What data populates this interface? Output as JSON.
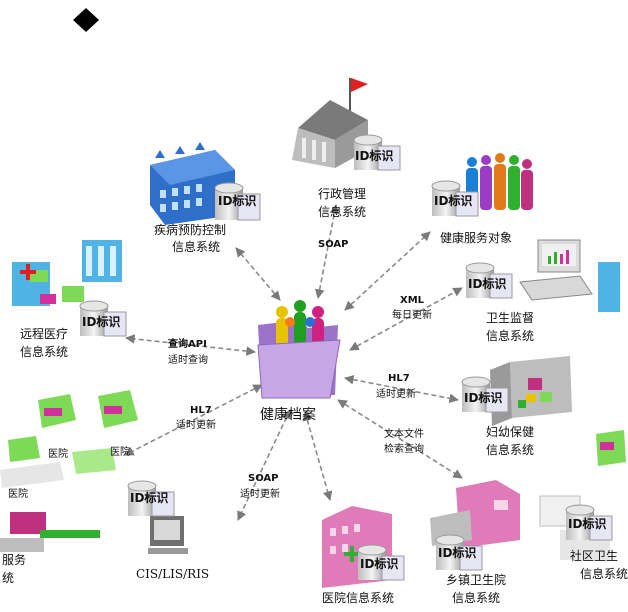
{
  "center": {
    "label": "健康档案",
    "id_badge": "ID标识"
  },
  "nodes": {
    "cdc": {
      "line1": "疾病预防控制",
      "line2": "信息系统"
    },
    "admin": {
      "line1": "行政管理",
      "line2": "信息系统"
    },
    "clients": {
      "line1": "健康服务对象",
      "line2": ""
    },
    "remote": {
      "line1": "远程医疗",
      "line2": "信息系统"
    },
    "supervision": {
      "line1": "卫生监督",
      "line2": "信息系统"
    },
    "maternal": {
      "line1": "妇幼保健",
      "line2": "信息系统"
    },
    "hospital": {
      "line1": "医院信息系统",
      "line2": ""
    },
    "township": {
      "line1": "乡镇卫生院",
      "line2": "信息系统"
    },
    "community": {
      "line1": "社区卫生",
      "line2": "信息系统"
    },
    "service_left": {
      "line1": "服务",
      "line2": "统"
    },
    "cis": {
      "line1": "CIS/LIS/RIS"
    },
    "hospital_tag": {
      "a": "医院",
      "b": "医院",
      "c": "医院"
    }
  },
  "edges": {
    "soap_top": "SOAP",
    "xml": "XML",
    "xml_sub": "每日更新",
    "query": "查询API",
    "query_sub": "适时查询",
    "hl7_left": "HL7",
    "hl7_left_sub": "适时更新",
    "hl7_right": "HL7",
    "hl7_right_sub": "适时更新",
    "text_file": "文本文件",
    "text_file_sub": "检索查询",
    "soap_bottom": "SOAP",
    "soap_bottom_sub": "适时更新"
  },
  "colors": {
    "arrow": "#8a8a8a",
    "folder": "#c7a6e6",
    "building_blue": "#2f6fc9",
    "green": "#7ed957",
    "magenta": "#d0309a",
    "flag": "#e02020"
  }
}
